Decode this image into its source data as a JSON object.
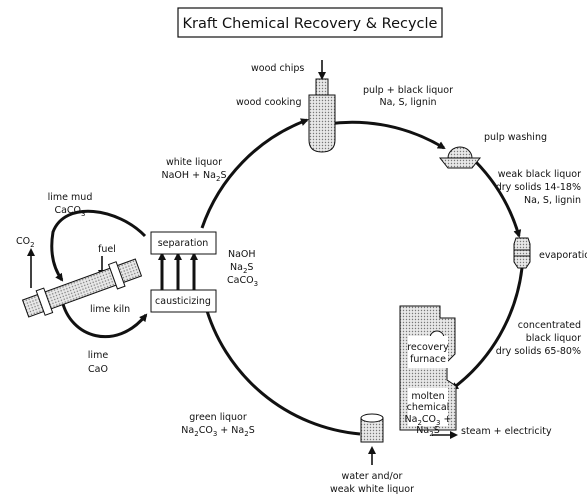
{
  "title": "Kraft Chemical Recovery & Recycle",
  "labels": {
    "wood_chips": "wood chips",
    "wood_cooking": "wood cooking",
    "pulp_black_liquor": "pulp + black liquor",
    "na_s_lignin_1": "Na, S, lignin",
    "pulp_washing": "pulp washing",
    "weak_black_liquor": "weak black liquor",
    "dry_solids_weak": "dry solids 14-18%",
    "na_s_lignin_2": "Na, S, lignin",
    "evaporation": "evaporation",
    "concentrated": "concentrated",
    "black_liquor": "black liquor",
    "dry_solids_conc": "dry solids 65-80%",
    "recovery_1": "recovery",
    "recovery_2": "furnace",
    "molten_1": "molten",
    "molten_2": "chemical",
    "steam_electricity": "steam + electricity",
    "water_1": "water and/or",
    "water_2": "weak white liquor",
    "green_liquor": "green liquor",
    "white_liquor": "white liquor",
    "separation": "separation",
    "causticizing": "causticizing",
    "naoh": "NaOH",
    "lime_mud": "lime mud",
    "fuel": "fuel",
    "co2": "CO",
    "lime_kiln": "lime kiln",
    "lime": "lime",
    "cao": "CaO"
  },
  "formulas": {
    "white_liquor": [
      "NaOH + Na",
      "2",
      "S"
    ],
    "na2s": [
      "Na",
      "2",
      "S"
    ],
    "caco3_mid": [
      "CaCO",
      "3",
      ""
    ],
    "caco3_mud": [
      "CaCO",
      "3",
      ""
    ],
    "green_liquor": [
      "Na",
      "2",
      "CO",
      "3",
      " + Na",
      "2",
      "S"
    ],
    "molten_3": [
      "Na",
      "2",
      "CO",
      "3",
      " +"
    ],
    "molten_4": [
      "Na",
      "2",
      "S"
    ],
    "co2_sub": "2"
  }
}
